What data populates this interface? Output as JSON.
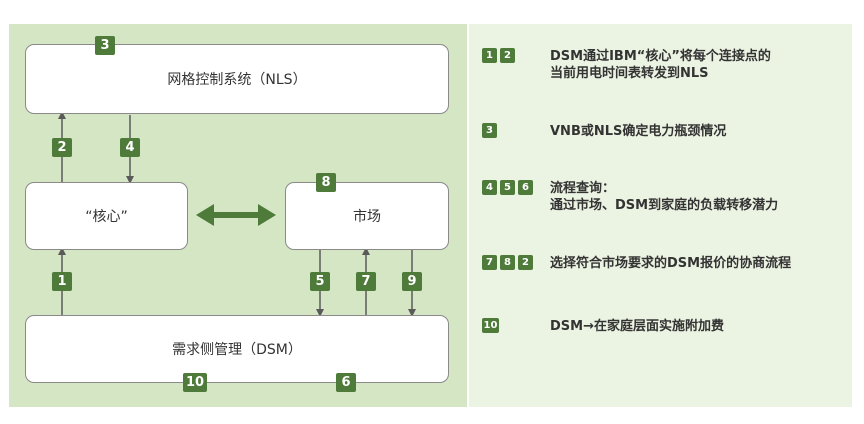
{
  "boxes": {
    "nls": "网格控制系统（NLS）",
    "core": "“核心”",
    "market": "市场",
    "dsm": "需求侧管理（DSM）"
  },
  "badges": {
    "b1": "1",
    "b2": "2",
    "b3": "3",
    "b4": "4",
    "b5": "5",
    "b6": "6",
    "b7": "7",
    "b8": "8",
    "b9": "9",
    "b10": "10"
  },
  "legend": [
    {
      "badges": [
        "1",
        "2"
      ],
      "lines": [
        "DSM通过IBM“核心”将每个连接点的",
        "当前用电时间表转发到NLS"
      ]
    },
    {
      "badges": [
        "3"
      ],
      "lines": [
        "VNB或NLS确定电力瓶颈情况"
      ]
    },
    {
      "badges": [
        "4",
        "5",
        "6"
      ],
      "lines": [
        "流程查询：",
        "通过市场、DSM到家庭的负载转移潜力"
      ]
    },
    {
      "badges": [
        "7",
        "8",
        "2"
      ],
      "lines": [
        "选择符合市场要求的DSM报价的协商流程"
      ]
    },
    {
      "badges": [
        "10"
      ],
      "lines": [
        "DSM→在家庭层面实施附加费"
      ]
    }
  ],
  "colors": {
    "accent": "#4e7a3a",
    "diagram_bg": "#d5e6c5",
    "legend_bg": "#ebf3e2"
  }
}
